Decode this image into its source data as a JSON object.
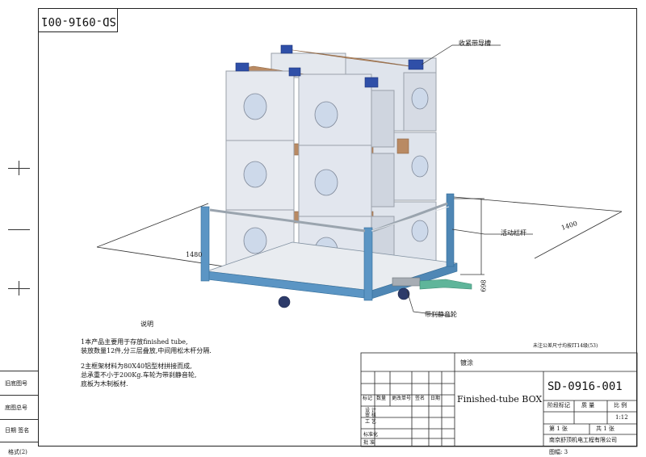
{
  "stamp_code": "SD-0916-001",
  "callouts": {
    "strap_groove": "收紧带导槽",
    "movable_rail": "活动栏杆",
    "brake_caster": "带刹静音轮"
  },
  "dimensions": {
    "length": "1480",
    "width": "1400",
    "height": "698"
  },
  "notes": {
    "title": "说明",
    "line1": "1本产品主要用于存放finished tube,",
    "line2": "装放数量12件,分三层叠放,中间用松木杆分隔.",
    "line3": "2主框架材料为80X40铝型材拼接而成,",
    "line4": "总承重不小于200Kg.车轮为带刹静音轮,",
    "line5": "底板为木制板材."
  },
  "tolerance_note": "未注公差尺寸均按IT14级(53)",
  "title_block": {
    "coating": "镀涂",
    "drawing_name": "Finished-tube BOX",
    "drawing_number": "SD-0916-001",
    "stage_mark": "阶段标记",
    "weight": "质 量",
    "scale_label": "比 例",
    "scale_value": "1:12",
    "sheet": "第  1  张",
    "total": "共  1  张",
    "company": "南京舒顶机电工程有限公司",
    "rev_headers": [
      "标记",
      "数量",
      "更改单号",
      "签名",
      "日期"
    ],
    "roles": [
      "设 计",
      "审 核",
      "工 艺",
      "标准化",
      "批 准"
    ]
  },
  "left_block": {
    "old_drawing": "旧底图号",
    "base_number": "底图总号",
    "date_sign": "日期  签名"
  },
  "footer": {
    "format": "格式(2)",
    "size": "图幅: 3"
  }
}
